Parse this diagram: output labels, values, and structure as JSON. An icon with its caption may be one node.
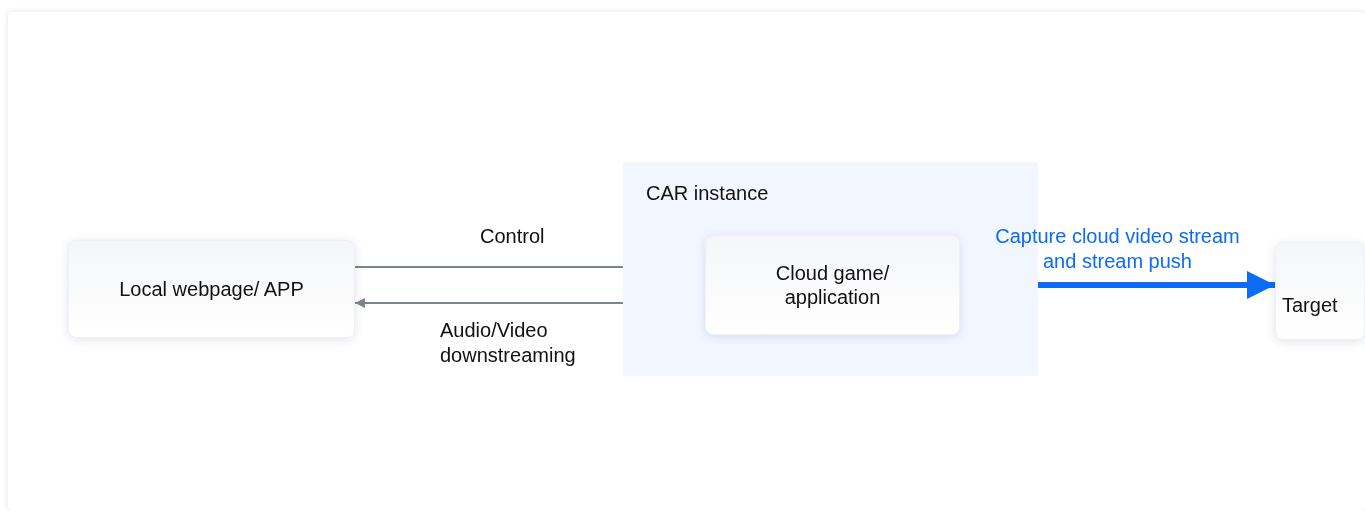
{
  "diagram": {
    "nodes": [
      {
        "text": [
          "Local webpage/ APP"
        ]
      },
      {
        "text": [
          "CAR instance"
        ]
      },
      {
        "text": [
          "Cloud game/ application"
        ],
        "in": 1
      },
      {
        "text": [
          "Target"
        ]
      }
    ],
    "edges": [
      {
        "from": 0,
        "to": 2,
        "arrow": "to",
        "label": "Control"
      },
      {
        "from": 2,
        "to": 0,
        "arrow": "to",
        "label": "Audio/Video downstreaming"
      },
      {
        "from": 2,
        "to": 3,
        "arrow": "to",
        "label": "Capture cloud video stream and stream push",
        "style": "thick",
        "color": "#0c6cf2"
      }
    ]
  }
}
